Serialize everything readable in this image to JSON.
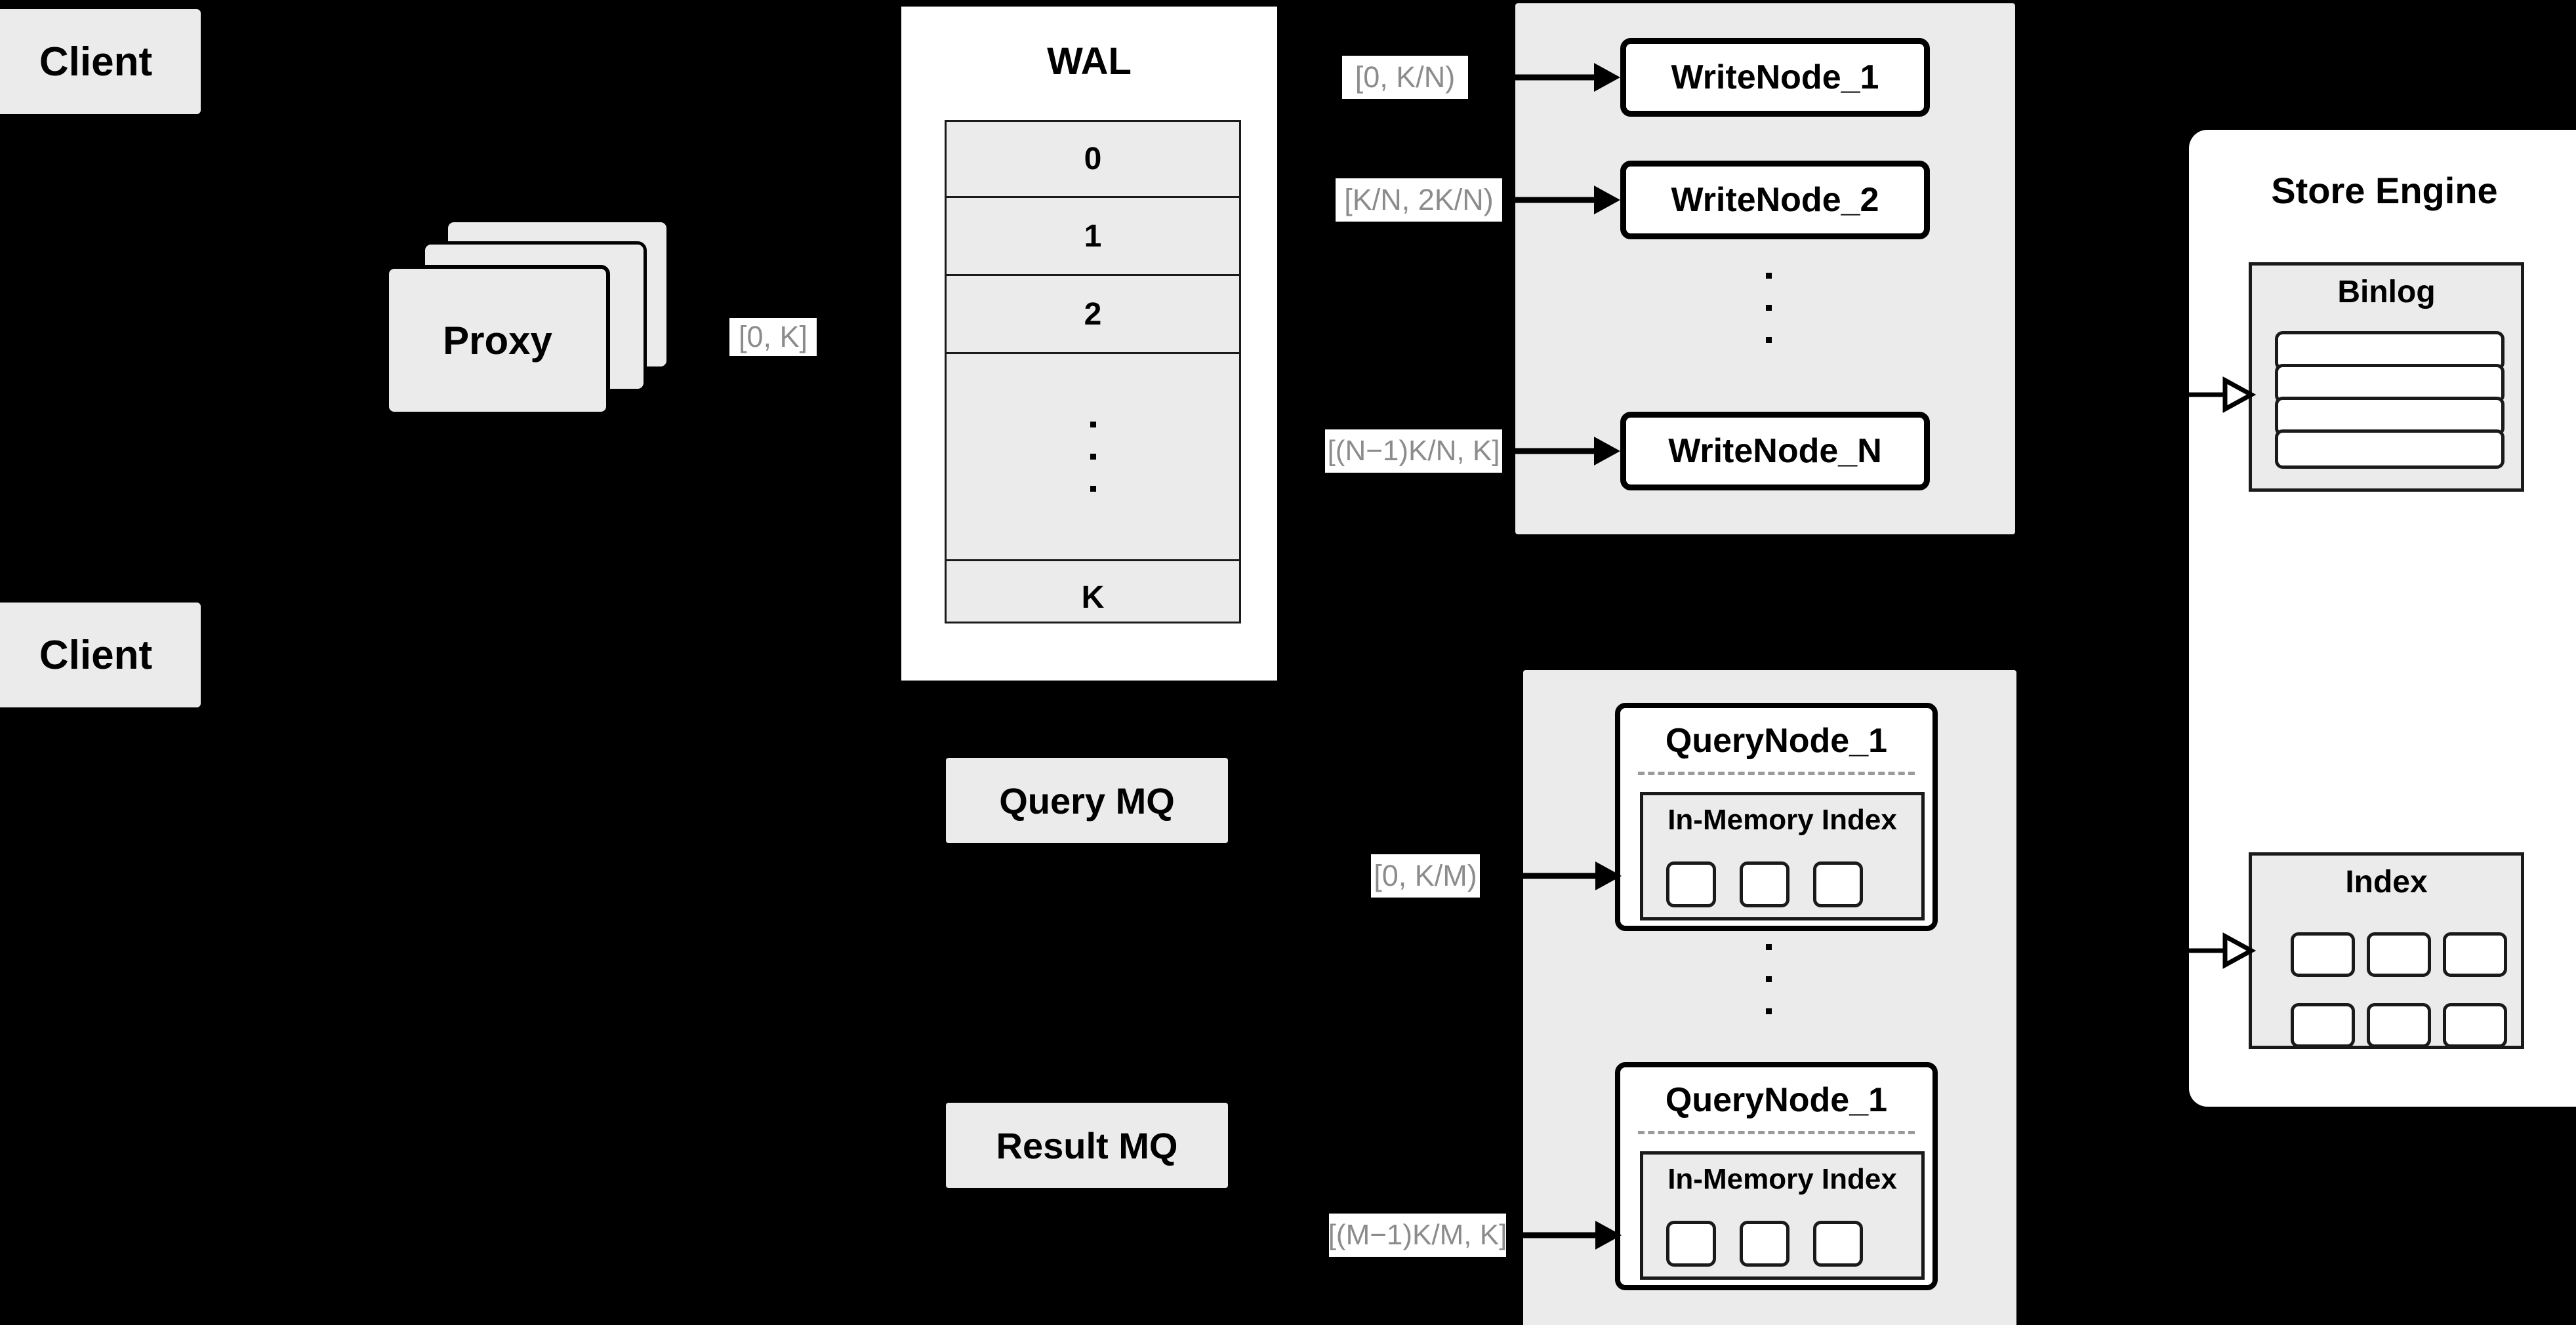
{
  "clients": [
    {
      "label": "Client"
    },
    {
      "label": "Client"
    }
  ],
  "proxy": {
    "label": "Proxy",
    "range_label": "[0, K]"
  },
  "wal": {
    "title": "WAL",
    "rows": [
      "0",
      "1",
      "2",
      "⋮",
      "K"
    ],
    "row_labels": {
      "first": "0",
      "second": "1",
      "third": "2",
      "last": "K"
    }
  },
  "write_group": {
    "nodes": [
      {
        "label": "WriteNode_1",
        "range_label": "[0,  K/N)"
      },
      {
        "label": "WriteNode_2",
        "range_label": "[K/N, 2K/N)"
      },
      {
        "label": "WriteNode_N",
        "range_label": "[(N−1)K/N,  K]"
      }
    ],
    "ellipsis": "⋮"
  },
  "query_group": {
    "nodes": [
      {
        "title": "QueryNode_1",
        "index_title": "In-Memory Index",
        "range_label": "[0, K/M)",
        "slots": 3
      },
      {
        "title": "QueryNode_1",
        "index_title": "In-Memory Index",
        "range_label": "[(M−1)K/M, K]",
        "slots": 3
      }
    ],
    "ellipsis": "⋮"
  },
  "message_queues": [
    {
      "label": "Query MQ"
    },
    {
      "label": "Result MQ"
    }
  ],
  "store_engine": {
    "title": "Store Engine",
    "binlog": {
      "title": "Binlog",
      "entries": 4
    },
    "index": {
      "title": "Index",
      "slots": 6,
      "rows": 2,
      "cols": 3
    }
  },
  "colors": {
    "background": "#000000",
    "fill_gray": "#ebebeb",
    "fill_white": "#ffffff",
    "stroke_black": "#000000",
    "stroke_thin": "#1a1a1a",
    "label_gray": "#8c8c8c",
    "dashed_gray": "#9a9a9a"
  }
}
